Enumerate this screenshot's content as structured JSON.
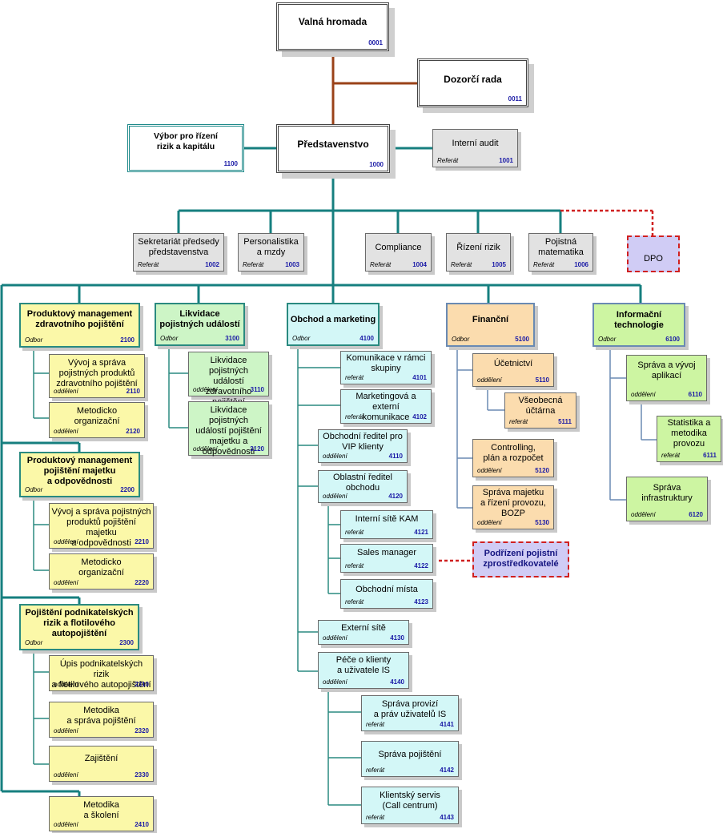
{
  "colors": {
    "line": "#167f7f",
    "governance_line": "#9a4218",
    "sub_line_yellow": "#2a8a80",
    "sub_line_blue": "#6a8ab3",
    "dashed": "#d02020"
  },
  "nodes": {
    "valna_hromada": {
      "title": "Valná hromada",
      "code": "0001"
    },
    "dozorci_rada": {
      "title": "Dozorčí rada",
      "code": "0011"
    },
    "vybor": {
      "title": "Výbor pro řízení\nrizik a kapitálu",
      "code": "1100"
    },
    "predstavenstvo": {
      "title": "Představenstvo",
      "code": "1000"
    },
    "interni_audit": {
      "title": "Interní audit",
      "level": "Referát",
      "code": "1001"
    },
    "sekretariat": {
      "title": "Sekretariát předsedy\npředstavenstva",
      "level": "Referát",
      "code": "1002"
    },
    "personalistika": {
      "title": "Personalistika\na mzdy",
      "level": "Referát",
      "code": "1003"
    },
    "compliance": {
      "title": "Compliance",
      "level": "Referát",
      "code": "1004"
    },
    "rizeni_rizik": {
      "title": "Řízení rizik",
      "level": "Referát",
      "code": "1005"
    },
    "pojistna_matematika": {
      "title": "Pojistná\nmatematika",
      "level": "Referát",
      "code": "1006"
    },
    "dpo": {
      "title": "DPO"
    },
    "pm_zdrav": {
      "title": "Produktový management\nzdravotního pojištění",
      "level": "Odbor",
      "code": "2100"
    },
    "vyvoj_zdrav": {
      "title": "Vývoj a správa\npojistných produktů\nzdravotního pojištění",
      "level": "oddělení",
      "code": "2110"
    },
    "metod_2120": {
      "title": "Metodicko\norganizační",
      "level": "oddělení",
      "code": "2120"
    },
    "pm_majetek": {
      "title": "Produktový management\npojištění majetku\na odpovědnosti",
      "level": "Odbor",
      "code": "2200"
    },
    "vyvoj_majetek": {
      "title": "Vývoj a správa pojistných\nproduktů pojištění majetku\na odpovědnosti",
      "level": "oddělení",
      "code": "2210"
    },
    "metod_2220": {
      "title": "Metodicko\norganizační",
      "level": "oddělení",
      "code": "2220"
    },
    "podnikatel": {
      "title": "Pojištění podnikatelských\nrizik a flotilového\nautopojištění",
      "level": "Odbor",
      "code": "2300"
    },
    "upis": {
      "title": "Úpis podnikatelských rizik\na flotilového autopojištění",
      "level": "oddělení",
      "code": "2310"
    },
    "metodika_2320": {
      "title": "Metodika\na správa pojištění",
      "level": "oddělení",
      "code": "2320"
    },
    "zajisteni": {
      "title": "Zajištění",
      "level": "oddělení",
      "code": "2330"
    },
    "metodika_skoleni": {
      "title": "Metodika\na školení",
      "level": "oddělení",
      "code": "2410"
    },
    "likvidace": {
      "title": "Likvidace\npojistných událostí",
      "level": "Odbor",
      "code": "3100"
    },
    "likv_zdrav": {
      "title": "Likvidace pojistných\nudálostí zdravotního\npojištění",
      "level": "oddělení",
      "code": "3110"
    },
    "likv_majetek": {
      "title": "Likvidace pojistných\nudálostí pojištění\nmajetku a\nodpovědnosti",
      "level": "oddělení",
      "code": "3120"
    },
    "obchod": {
      "title": "Obchod a marketing",
      "level": "Odbor",
      "code": "4100"
    },
    "komunikace": {
      "title": "Komunikace v rámci\nskupiny",
      "level": "referát",
      "code": "4101"
    },
    "marketing": {
      "title": "Marketingová a externí\nkomunikace",
      "level": "referát",
      "code": "4102"
    },
    "obch_vip": {
      "title": "Obchodní ředitel pro\nVIP klienty",
      "level": "oddělení",
      "code": "4110"
    },
    "oblastni": {
      "title": "Oblastní ředitel\nobchodu",
      "level": "oddělení",
      "code": "4120"
    },
    "interni_kam": {
      "title": "Interní sítě KAM",
      "level": "referát",
      "code": "4121"
    },
    "sales": {
      "title": "Sales manager",
      "level": "referát",
      "code": "4122"
    },
    "obch_mista": {
      "title": "Obchodní místa",
      "level": "referát",
      "code": "4123"
    },
    "podrizeni": {
      "title": "Podřízení pojistní\nzprostředkovatelé"
    },
    "externi_site": {
      "title": "Externí sítě",
      "level": "oddělení",
      "code": "4130"
    },
    "pece": {
      "title": "Péče o klienty\na uživatele IS",
      "level": "oddělení",
      "code": "4140"
    },
    "sprava_provizi": {
      "title": "Správa provizí\na práv uživatelů IS",
      "level": "referát",
      "code": "4141"
    },
    "sprava_pojisteni": {
      "title": "Správa pojištění",
      "level": "referát",
      "code": "4142"
    },
    "klientsky": {
      "title": "Klientský servis\n(Call centrum)",
      "level": "referát",
      "code": "4143"
    },
    "financni": {
      "title": "Finanční",
      "level": "Odbor",
      "code": "5100"
    },
    "ucetnictvi": {
      "title": "Účetnictví",
      "level": "oddělení",
      "code": "5110"
    },
    "vseobecna": {
      "title": "Všeobecná\núčtárna",
      "level": "referát",
      "code": "5111"
    },
    "controlling": {
      "title": "Controlling,\nplán a rozpočet",
      "level": "oddělení",
      "code": "5120"
    },
    "sprava_majetku": {
      "title": "Správa majetku\na řízení provozu,\nBOZP",
      "level": "oddělení",
      "code": "5130"
    },
    "it": {
      "title": "Informační\ntechnologie",
      "level": "Odbor",
      "code": "6100"
    },
    "vyvoj_aplikaci": {
      "title": "Správa a vývoj\naplikací",
      "level": "oddělení",
      "code": "6110"
    },
    "statistika": {
      "title": "Statistika a\nmetodika\nprovozu",
      "level": "referát",
      "code": "6111"
    },
    "infrastruktura": {
      "title": "Správa\ninfrastruktury",
      "level": "oddělení",
      "code": "6120"
    }
  }
}
